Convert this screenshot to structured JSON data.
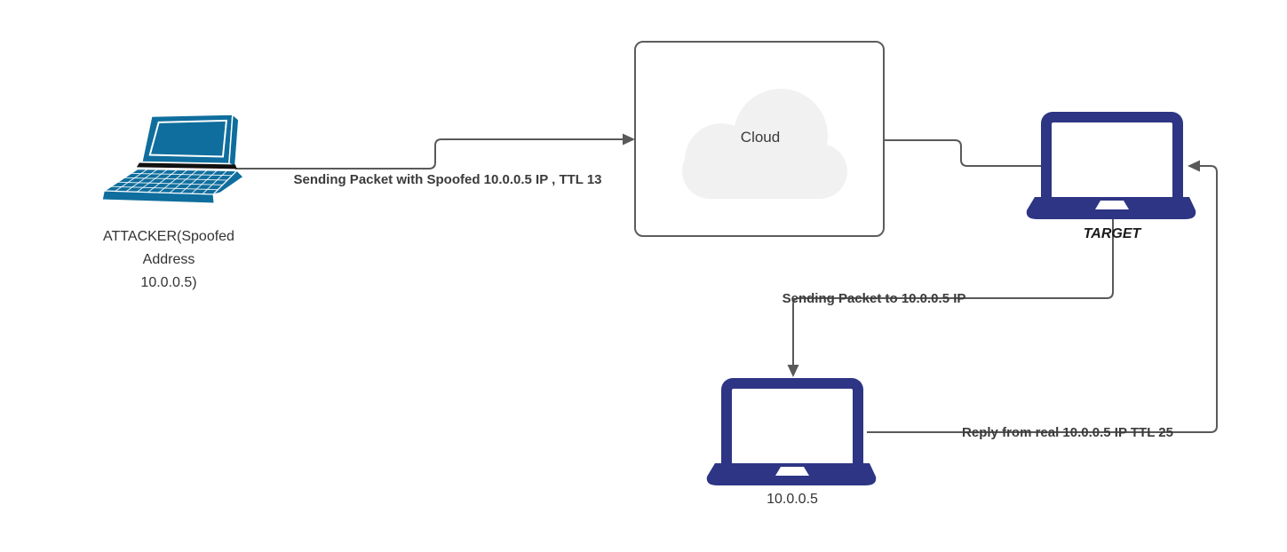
{
  "diagram": {
    "background": "#ffffff",
    "nodes": {
      "attacker": {
        "label": "ATTACKER(Spoofed\nAddress\n10.0.0.5)",
        "icon": "laptop-isometric-icon",
        "color": "#0f6e9d"
      },
      "cloud": {
        "label": "Cloud",
        "shape": "cloud-in-rounded-box",
        "fill": "#f1f1f1",
        "border_color": "#5c5c5c"
      },
      "target": {
        "label": "TARGET",
        "icon": "laptop-front-icon",
        "color": "#2d3584"
      },
      "real_host": {
        "label": "10.0.0.5",
        "icon": "laptop-front-icon",
        "color": "#2d3584"
      }
    },
    "edges": [
      {
        "from": "attacker",
        "to": "cloud",
        "label": "Sending Packet with Spoofed 10.0.0.5 IP , TTL 13",
        "arrowhead": "end"
      },
      {
        "from": "cloud",
        "to": "target",
        "label": "",
        "arrowhead": "none"
      },
      {
        "from": "target",
        "to": "real_host",
        "label": "Sending Packet to 10.0.0.5 IP",
        "arrowhead": "end"
      },
      {
        "from": "real_host",
        "to": "target",
        "label": "Reply from real 10.0.0.5 IP TTL 25",
        "arrowhead": "end"
      }
    ],
    "colors": {
      "connector": "#595959",
      "edge_label_text": "#3b3b3b",
      "node_label_text": "#333333",
      "target_label_text": "#1a1a1a",
      "attacker_laptop_blue": "#0f6e9d",
      "laptop_navy": "#2d3584",
      "cloud_fill": "#f1f1f1",
      "cloud_border": "#5c5c5c"
    }
  }
}
